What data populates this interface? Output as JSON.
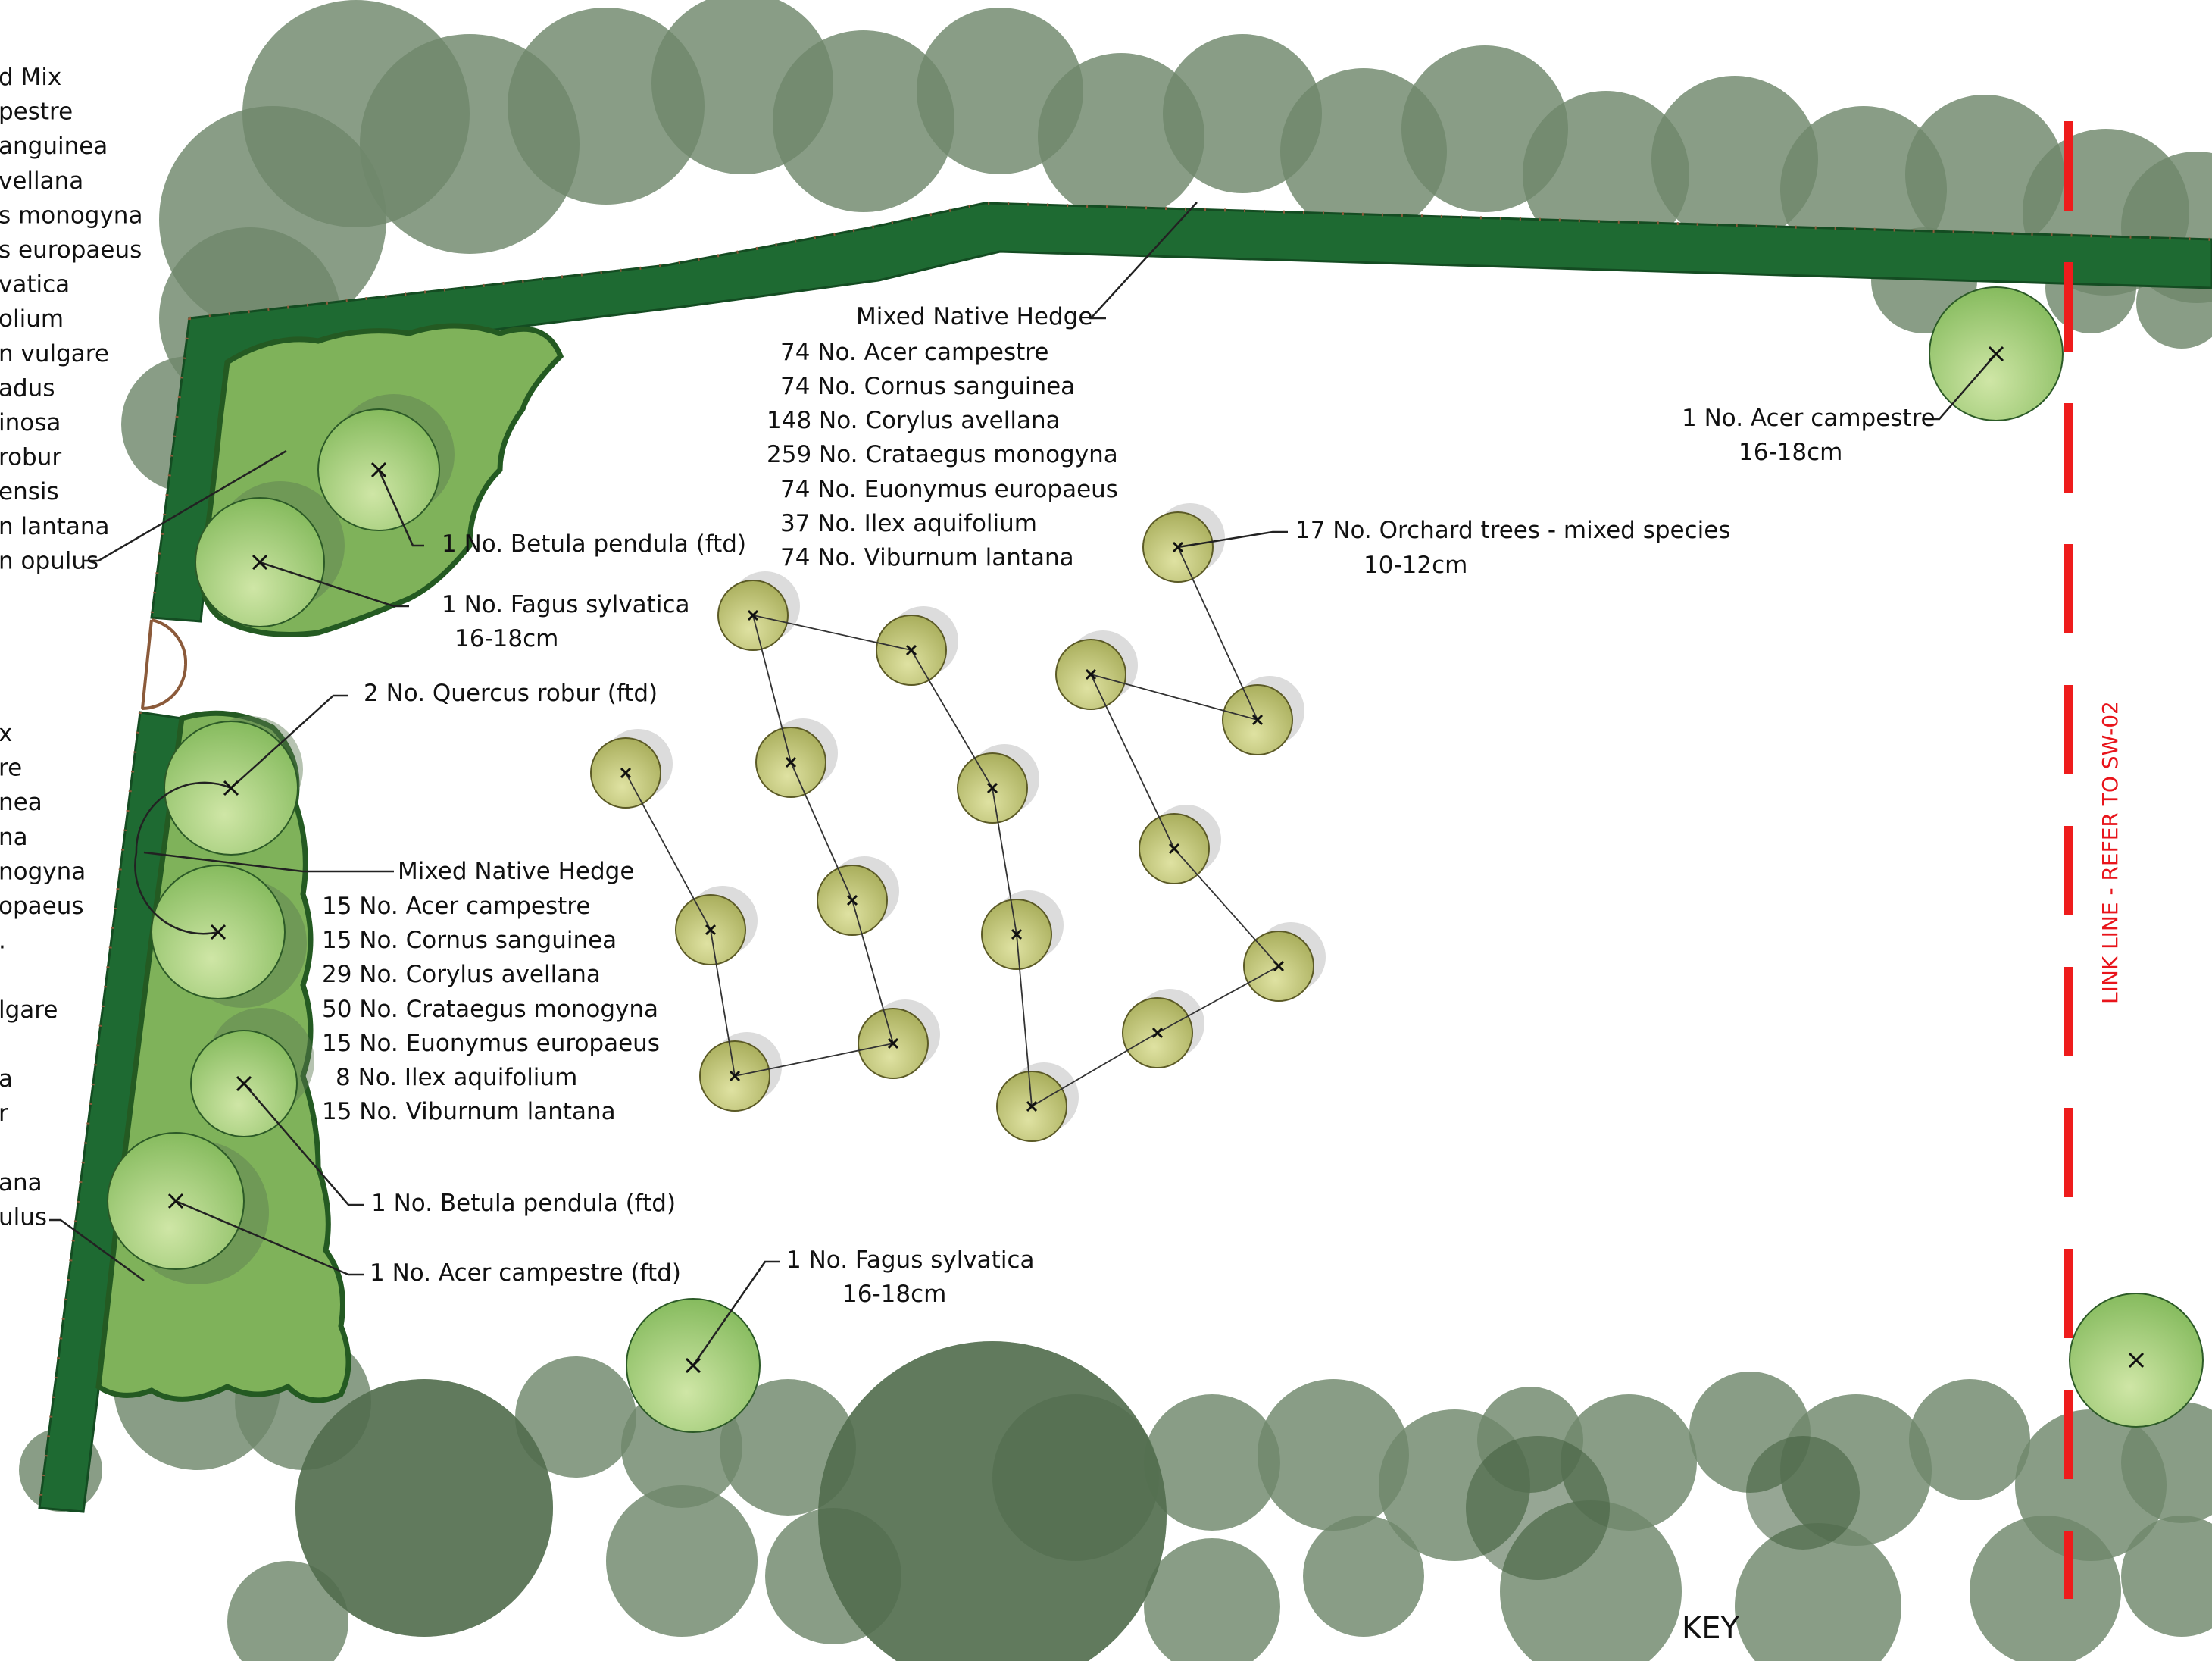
{
  "colors": {
    "existing_tree": "#6f876b",
    "existing_tree_dark": "#4a6547",
    "hedge": "#1e6a32",
    "hedge_edge": "#144c22",
    "woodland": "#7fb25a",
    "feature_tree": "#a8d07a",
    "orchard_tree": "#b6bc6c",
    "link_line": "#ee1c1c",
    "leader": "#222222"
  },
  "left_partial_list_top": [
    "d Mix",
    "pestre",
    "anguinea",
    "vellana",
    "s monogyna",
    "s europaeus",
    "vatica",
    "olium",
    "n vulgare",
    "adus",
    "inosa",
    "robur",
    "ensis",
    "n lantana",
    "n opulus"
  ],
  "left_partial_list_bottom": [
    "x",
    "re",
    "nea",
    "na",
    "nogyna",
    "opaeus",
    ".",
    "",
    "lgare",
    "",
    "a",
    "r",
    "",
    "ana",
    "ulus"
  ],
  "hedge_north": {
    "title": "Mixed Native Hedge",
    "items": [
      "74 No. Acer campestre",
      "74 No. Cornus sanguinea",
      "148 No. Corylus avellana",
      "259 No. Crataegus monogyna",
      "74 No. Euonymus europaeus",
      "37 No. Ilex aquifolium",
      "74 No. Viburnum lantana"
    ]
  },
  "hedge_west": {
    "title": "Mixed Native Hedge",
    "items": [
      "15 No. Acer campestre",
      "15 No. Cornus sanguinea",
      "29 No. Corylus avellana",
      "50 No. Crataegus monogyna",
      "15 No. Euonymus europaeus",
      "8 No. Ilex aquifolium",
      "15 No. Viburnum lantana"
    ]
  },
  "tree_labels": {
    "acer_ne": [
      "1 No. Acer campestre",
      "16-18cm"
    ],
    "betula_n": "1 No. Betula pendula (ftd)",
    "fagus_n": [
      "1 No. Fagus sylvatica",
      "16-18cm"
    ],
    "quercus": "2 No. Quercus robur (ftd)",
    "betula_w": "1 No. Betula pendula (ftd)",
    "acer_w": "1 No. Acer campestre (ftd)",
    "fagus_s": [
      "1 No. Fagus sylvatica",
      "16-18cm"
    ],
    "orchard": [
      "17 No. Orchard trees - mixed species",
      "10-12cm"
    ]
  },
  "link_line_label": "LINK LINE - REFER TO SW-02",
  "key_title": "KEY"
}
